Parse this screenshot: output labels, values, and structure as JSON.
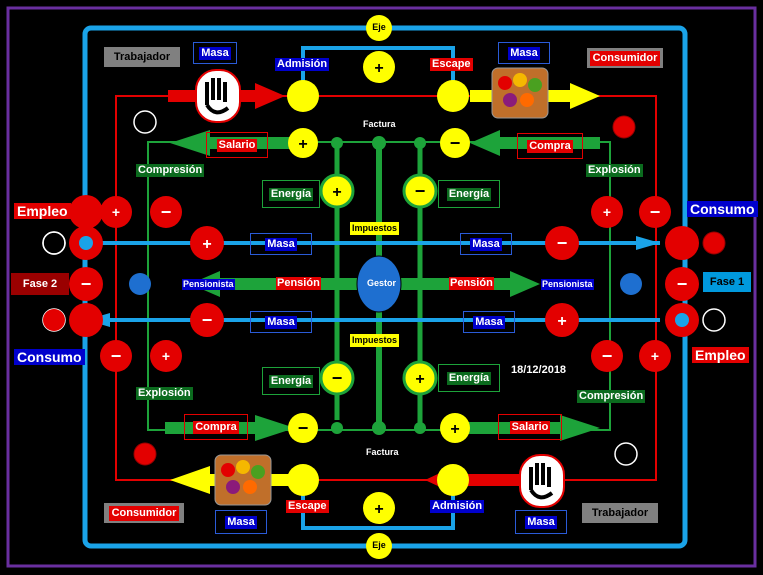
{
  "date": "18/12/2018",
  "labels": {
    "eje_top": "Eje",
    "eje_bottom": "Eje",
    "trabajador_tl": "Trabajador",
    "trabajador_br": "Trabajador",
    "consumidor_tr": "Consumidor",
    "consumidor_bl": "Consumidor",
    "masa_tl": "Masa",
    "masa_tr": "Masa",
    "masa_bl": "Masa",
    "masa_br": "Masa",
    "masa_ml_top": "Masa",
    "masa_mr_top": "Masa",
    "masa_ml_bot": "Masa",
    "masa_mr_bot": "Masa",
    "admision_top": "Admisión",
    "escape_top": "Escape",
    "escape_bot": "Escape",
    "admision_bot": "Admisión",
    "factura_top": "Factura",
    "factura_bot": "Factura",
    "salario_top": "Salario",
    "compra_top": "Compra",
    "compra_bot": "Compra",
    "salario_bot": "Salario",
    "compresion_tl": "Compresión",
    "explosion_tr": "Explosión",
    "explosion_bl": "Explosión",
    "compresion_br": "Compresión",
    "energia_tl": "Energía",
    "energia_tr": "Energía",
    "energia_bl": "Energía",
    "energia_br": "Energía",
    "impuestos_top": "Impuestos",
    "impuestos_bot": "Impuestos",
    "empleo_left": "Empleo",
    "consumo_left": "Consumo",
    "consumo_right": "Consumo",
    "empleo_right": "Empleo",
    "fase2": "Fase 2",
    "fase1": "Fase 1",
    "pensionista_left": "Pensionista",
    "pensionista_right": "Pensionista",
    "pension_left": "Pensión",
    "pension_right": "Pensión",
    "gestor": "Gestor"
  },
  "colors": {
    "red": "#e30000",
    "yellow": "#ffff00",
    "blue": "#1aa3e8",
    "green": "#1da33a",
    "purple": "#6a2fa0"
  }
}
